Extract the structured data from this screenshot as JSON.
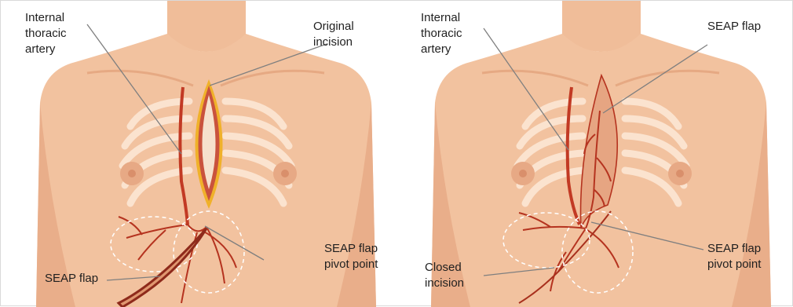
{
  "left_panel": {
    "labels": {
      "internal_thoracic_artery": "Internal\nthoracic\nartery",
      "original_incision": "Original\nincision",
      "seap_flap": "SEAP flap",
      "seap_pivot_point": "SEAP flap\npivot point"
    }
  },
  "right_panel": {
    "labels": {
      "internal_thoracic_artery": "Internal\nthoracic\nartery",
      "seap_flap": "SEAP flap",
      "closed_incision": "Closed\nincision",
      "seap_pivot_point": "SEAP flap\npivot point"
    }
  },
  "colors": {
    "skin": "#f2c29f",
    "skin_shade": "#e7a985",
    "rib": "#fbe3cf",
    "artery": "#b5331f",
    "incision_yellow": "#f0b12a",
    "flap": "#e3a07a",
    "leader_line": "#7f7f7f"
  }
}
